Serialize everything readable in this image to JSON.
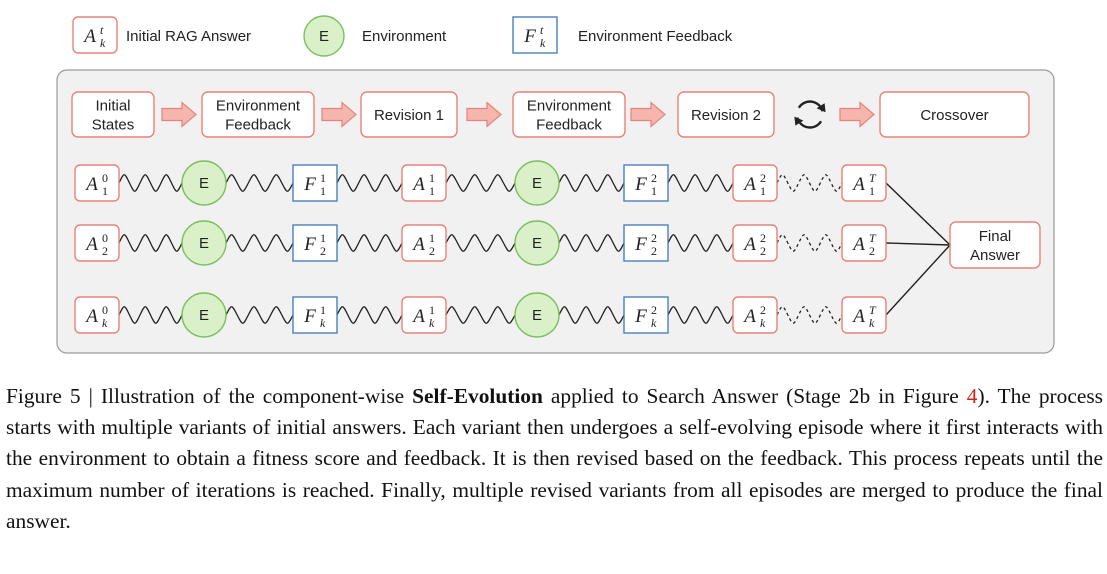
{
  "legend": {
    "answer": {
      "main": "A",
      "sup": "t",
      "sub": "k",
      "label": "Initial RAG Answer"
    },
    "environment": {
      "glyph": "E",
      "label": "Environment"
    },
    "feedback": {
      "main": "F",
      "sup": "t",
      "sub": "k",
      "label": "Environment Feedback"
    }
  },
  "stages": [
    "Initial\nStates",
    "Environment\nFeedback",
    "Revision 1",
    "Environment\nFeedback",
    "Revision 2",
    "Crossover"
  ],
  "cycle_icon": "refresh-cycle-icon",
  "env_glyph": "E",
  "rows": [
    {
      "sub": "1",
      "nodes": [
        {
          "kind": "answer",
          "sup": "0"
        },
        {
          "kind": "env"
        },
        {
          "kind": "feedback",
          "sup": "1"
        },
        {
          "kind": "answer",
          "sup": "1"
        },
        {
          "kind": "env"
        },
        {
          "kind": "feedback",
          "sup": "2"
        },
        {
          "kind": "answer",
          "sup": "2"
        },
        {
          "kind": "answer",
          "sup": "T"
        }
      ]
    },
    {
      "sub": "2",
      "nodes": [
        {
          "kind": "answer",
          "sup": "0"
        },
        {
          "kind": "env"
        },
        {
          "kind": "feedback",
          "sup": "1"
        },
        {
          "kind": "answer",
          "sup": "1"
        },
        {
          "kind": "env"
        },
        {
          "kind": "feedback",
          "sup": "2"
        },
        {
          "kind": "answer",
          "sup": "2"
        },
        {
          "kind": "answer",
          "sup": "T"
        }
      ]
    },
    {
      "sub": "k",
      "nodes": [
        {
          "kind": "answer",
          "sup": "0"
        },
        {
          "kind": "env"
        },
        {
          "kind": "feedback",
          "sup": "1"
        },
        {
          "kind": "answer",
          "sup": "1"
        },
        {
          "kind": "env"
        },
        {
          "kind": "feedback",
          "sup": "2"
        },
        {
          "kind": "answer",
          "sup": "2"
        },
        {
          "kind": "answer",
          "sup": "T"
        }
      ]
    }
  ],
  "final": "Final\nAnswer",
  "colors": {
    "answer_border": "#e8827a",
    "env_fill": "#d9f0c9",
    "env_border": "#7cc05f",
    "feedback_border": "#4a7fc1",
    "arrow_fill": "#f4b6ae",
    "arrow_stroke": "#e8827a",
    "panel_fill": "#f1f1f1",
    "panel_border": "#9a9a9a",
    "wave": "#222222"
  },
  "caption": {
    "figure_label": "Figure 5 | Illustration of the component-wise ",
    "bold": "Self-Evolution",
    "part1": " applied to Search Answer (Stage 2b in Figure ",
    "ref": "4",
    "part2": "). The process starts with multiple variants of initial answers. Each variant then undergoes a self-evolving episode where it first interacts with the environment to obtain a fitness score and feedback. It is then revised based on the feedback. This process repeats until the maximum number of iterations is reached. Finally, multiple revised variants from all episodes are merged to produce the final answer."
  }
}
